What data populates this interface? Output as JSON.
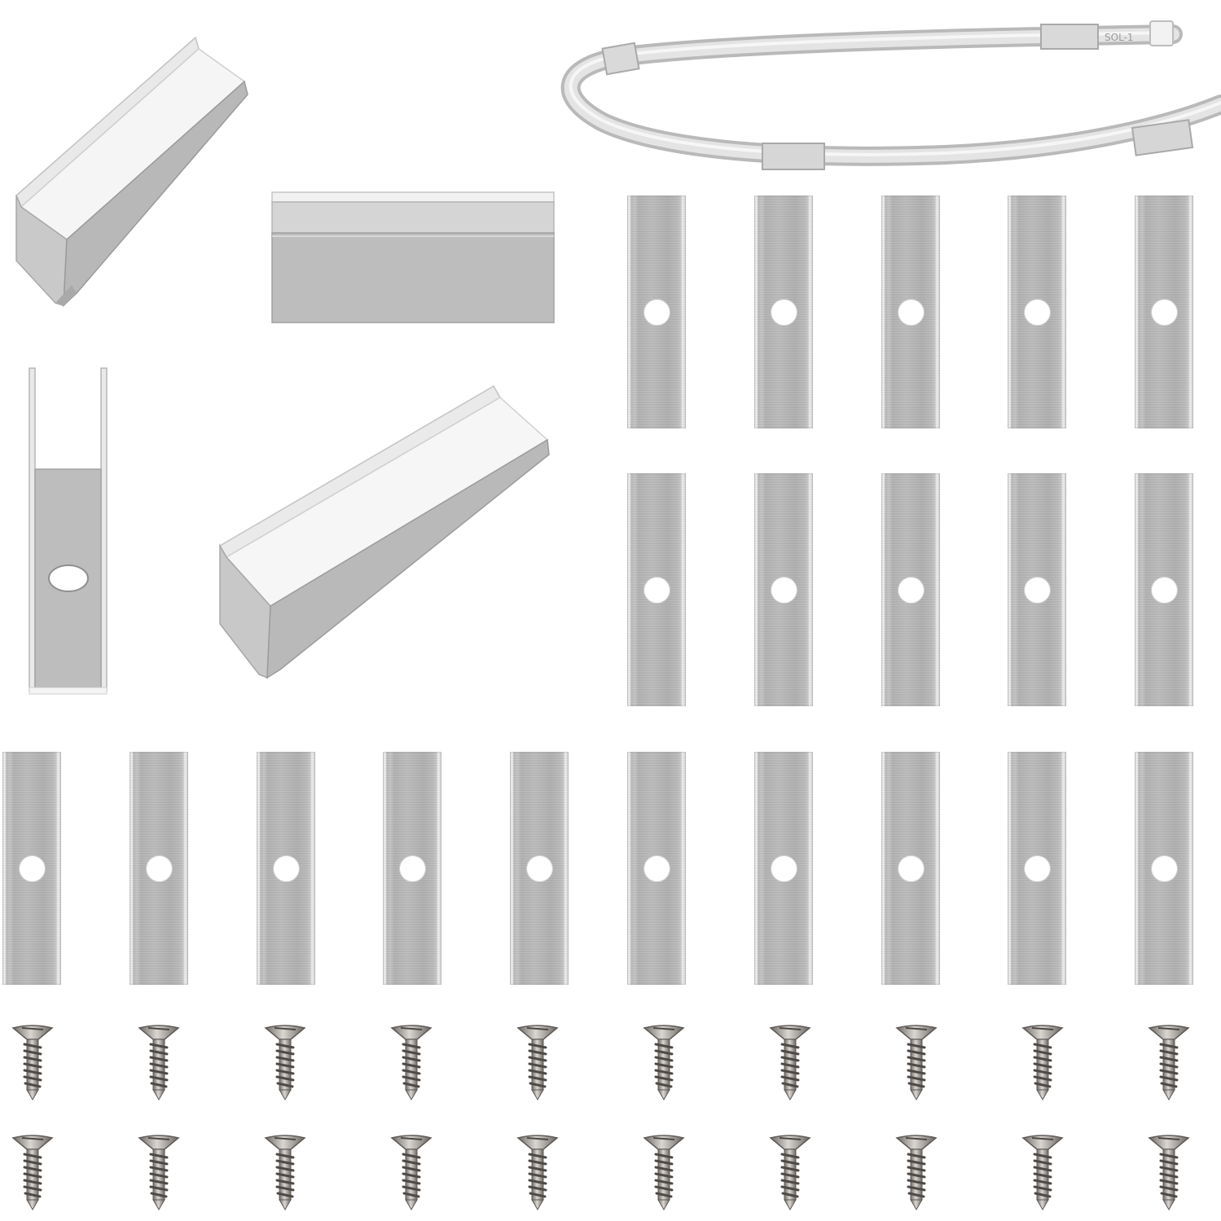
{
  "colors": {
    "background": "#ffffff",
    "aluminum_light": "#e6e6e6",
    "aluminum_mid": "#bcbcbc",
    "aluminum_dark": "#8f8f8f",
    "neon_strip": "#dcdcdc",
    "screw_steel": "#8a8580"
  },
  "strip_marking": "SOL-1",
  "clip_rows": [
    {
      "count": 5
    },
    {
      "count": 5
    },
    {
      "count": 10
    }
  ],
  "screw_rows": [
    {
      "count": 10
    },
    {
      "count": 10
    }
  ]
}
